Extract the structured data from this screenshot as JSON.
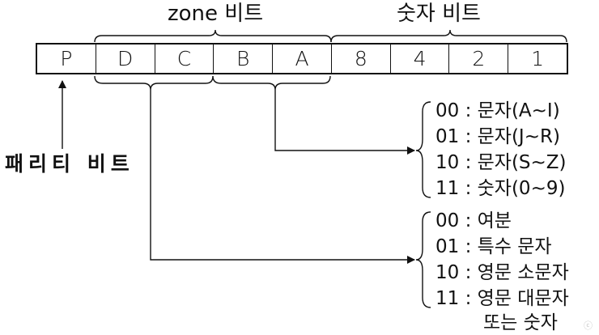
{
  "header": {
    "zone_label": "zone 비트",
    "digit_label": "숫자 비트"
  },
  "cells": [
    "P",
    "D",
    "C",
    "B",
    "A",
    "8",
    "4",
    "2",
    "1"
  ],
  "parity_label": "패리티 비트",
  "group_ba": {
    "items": [
      "00 : 문자(A~I)",
      "01 : 문자(J~R)",
      "10 : 문자(S~Z)",
      "11 : 숫자(0~9)"
    ]
  },
  "group_dc": {
    "items": [
      "00 : 여분",
      "01 : 특수 문자",
      "10 : 영문 소문자",
      "11 : 영문 대문자",
      "또는 숫자"
    ]
  },
  "watermark": "ⓒ"
}
